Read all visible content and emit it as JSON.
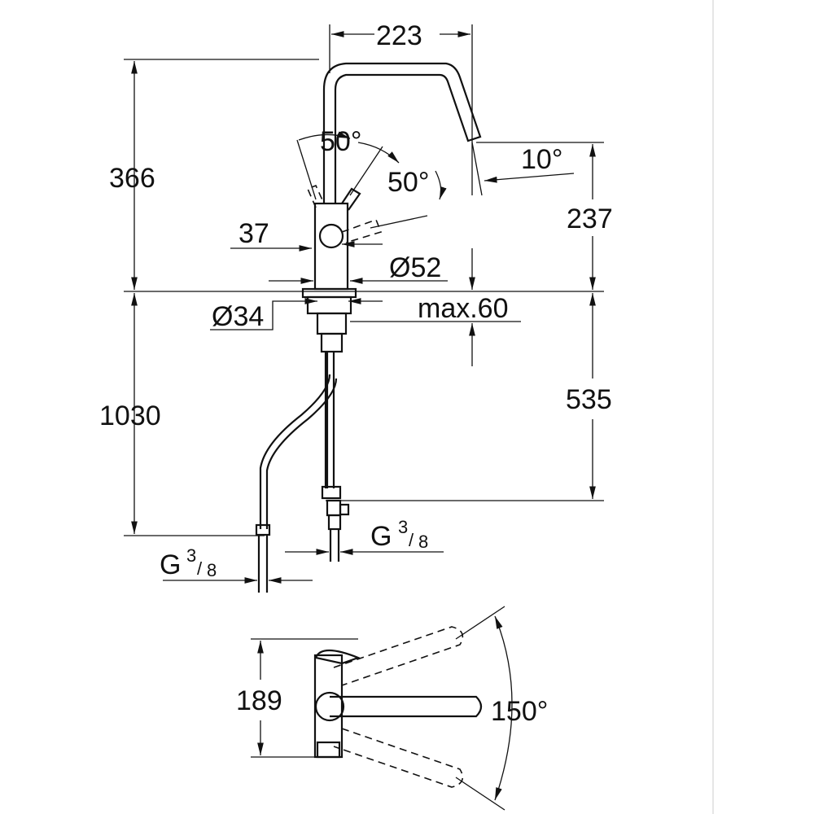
{
  "title": "Kitchen faucet dimension drawing",
  "dimensions": {
    "spout_reach": "223",
    "lever_angle_left": "50°",
    "lever_angle_right": "50°",
    "spout_angle": "10°",
    "total_height": "366",
    "spout_height": "237",
    "lever_offset": "37",
    "body_diameter": "Ø52",
    "hole_diameter": "Ø34",
    "max_deck_thickness": "max.60",
    "hose_length": "1030",
    "under_deck_length": "535",
    "connection_left": {
      "letter": "G",
      "num": "3",
      "den": "8"
    },
    "connection_right": {
      "letter": "G",
      "num": "3",
      "den": "8"
    },
    "top_view_depth": "189",
    "swivel_angle": "150°"
  }
}
